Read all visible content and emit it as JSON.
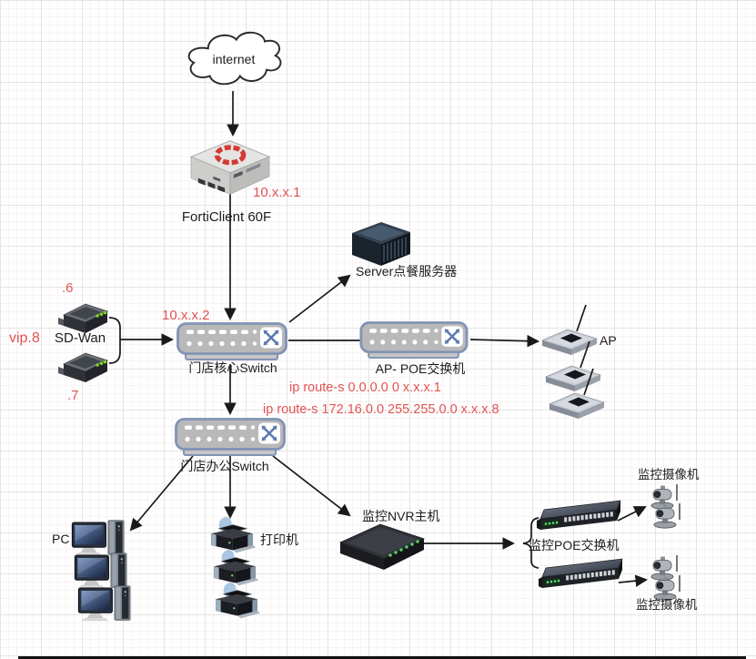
{
  "diagram": {
    "internet": {
      "label": "internet"
    },
    "firewall": {
      "label": "FortiClient 60F",
      "ip_annotation": "10.x.x.1"
    },
    "sdwan": {
      "label": "SD-Wan",
      "unit_top_ip": ".6",
      "unit_bottom_ip": ".7",
      "vip": "vip.8"
    },
    "core_switch": {
      "label": "门店核心Switch",
      "ip_annotation": "10.x.x.2"
    },
    "server": {
      "label": "Server点餐服务器"
    },
    "ap_poe_switch": {
      "label": "AP- POE交换机"
    },
    "ap": {
      "label": "AP"
    },
    "office_switch": {
      "label": "门店办公Switch"
    },
    "pc": {
      "label": "PC"
    },
    "printer": {
      "label": "打印机"
    },
    "nvr": {
      "label": "监控NVR主机"
    },
    "poe_switch": {
      "label": "监控POE交换机"
    },
    "camera_group_top": {
      "label": "监控摄像机"
    },
    "camera_group_bottom": {
      "label": "监控摄像机"
    },
    "routes": {
      "route_default": "ip route-s 0.0.0.0 0 x.x.x.1",
      "route_static": "ip route-s 172.16.0.0 255.255.0.0 x.x.x.8"
    }
  },
  "colors": {
    "annotation_red": "#e05452",
    "switch_border_blue": "#8193b5",
    "connector_black": "#1a1a1a",
    "led_green": "#62d77c",
    "fortinet_red": "#d43a32"
  }
}
